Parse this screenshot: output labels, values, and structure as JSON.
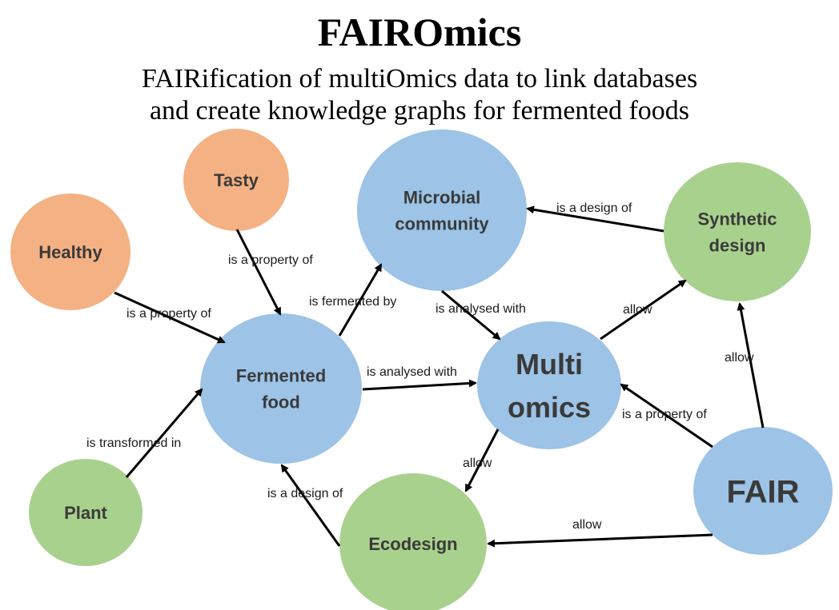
{
  "title": "FAIROmics",
  "subtitle_lines": [
    "FAIRification of multiOmics data to link databases",
    "and create knowledge graphs for fermented foods"
  ],
  "colors": {
    "orange": "#f4b183",
    "blue": "#9dc3e6",
    "green": "#a9d18e"
  },
  "nodes": [
    {
      "id": "tasty",
      "lines": [
        "Tasty"
      ],
      "color": "orange"
    },
    {
      "id": "healthy",
      "lines": [
        "Healthy"
      ],
      "color": "orange"
    },
    {
      "id": "microbial-community",
      "lines": [
        "Microbial",
        "community"
      ],
      "color": "blue"
    },
    {
      "id": "synthetic-design",
      "lines": [
        "Synthetic",
        "design"
      ],
      "color": "green"
    },
    {
      "id": "fermented-food",
      "lines": [
        "Fermented",
        "food"
      ],
      "color": "blue"
    },
    {
      "id": "multi-omics",
      "lines": [
        "Multi",
        "omics"
      ],
      "color": "blue"
    },
    {
      "id": "plant",
      "lines": [
        "Plant"
      ],
      "color": "green"
    },
    {
      "id": "ecodesign",
      "lines": [
        "Ecodesign"
      ],
      "color": "green"
    },
    {
      "id": "fair",
      "lines": [
        "FAIR"
      ],
      "color": "blue"
    }
  ],
  "edges": [
    {
      "from": "tasty",
      "to": "fermented-food",
      "label": "is a property of"
    },
    {
      "from": "healthy",
      "to": "fermented-food",
      "label": "is a property of"
    },
    {
      "from": "fermented-food",
      "to": "microbial-community",
      "label": "is fermented by"
    },
    {
      "from": "synthetic-design",
      "to": "microbial-community",
      "label": "is a design of"
    },
    {
      "from": "microbial-community",
      "to": "multi-omics",
      "label": "is analysed with"
    },
    {
      "from": "fermented-food",
      "to": "multi-omics",
      "label": "is analysed with"
    },
    {
      "from": "multi-omics",
      "to": "synthetic-design",
      "label": "allow"
    },
    {
      "from": "fair",
      "to": "synthetic-design",
      "label": "allow"
    },
    {
      "from": "fair",
      "to": "multi-omics",
      "label": "is a property of"
    },
    {
      "from": "plant",
      "to": "fermented-food",
      "label": "is transformed in"
    },
    {
      "from": "multi-omics",
      "to": "ecodesign",
      "label": "allow"
    },
    {
      "from": "ecodesign",
      "to": "fermented-food",
      "label": "is a design of"
    },
    {
      "from": "fair",
      "to": "ecodesign",
      "label": "allow"
    }
  ]
}
